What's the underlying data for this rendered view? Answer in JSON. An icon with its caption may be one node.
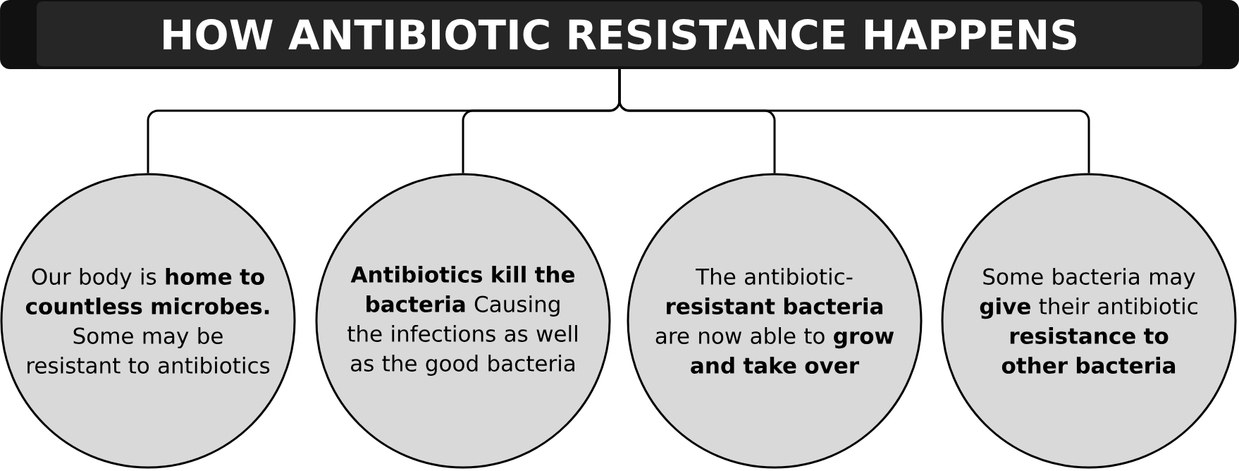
{
  "diagram": {
    "nodes": [
      {
        "text": [
          "HOW ANTIBIOTIC RESISTANCE HAPPENS"
        ]
      },
      {
        "text": [
          "Our body is **home to countless microbes.** Some may be resistant to antibiotics"
        ]
      },
      {
        "text": [
          "**Antibiotics kill the bacteria** Causing the infections as well as the good bacteria"
        ]
      },
      {
        "text": [
          "The antibiotic-**resistant bacteria** are now able to **grow and take over**"
        ]
      },
      {
        "text": [
          "Some bacteria may **give** their antibiotic **resistance to other bacteria**"
        ]
      }
    ],
    "edges": [
      {
        "from": 0,
        "to": 1,
        "arrow": "none"
      },
      {
        "from": 0,
        "to": 2,
        "arrow": "none"
      },
      {
        "from": 0,
        "to": 3,
        "arrow": "none"
      },
      {
        "from": 0,
        "to": 4,
        "arrow": "none"
      }
    ]
  }
}
